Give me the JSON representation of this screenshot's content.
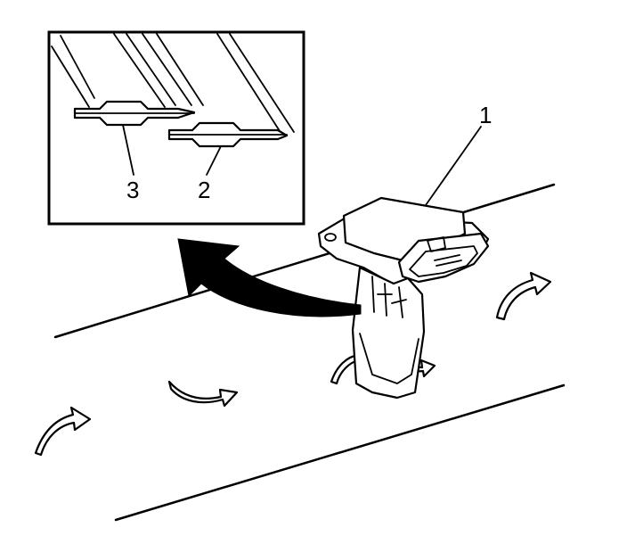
{
  "callouts": {
    "sensor": "1",
    "element_right": "2",
    "element_left": "3"
  },
  "colors": {
    "line": "#000000",
    "background": "#ffffff"
  }
}
